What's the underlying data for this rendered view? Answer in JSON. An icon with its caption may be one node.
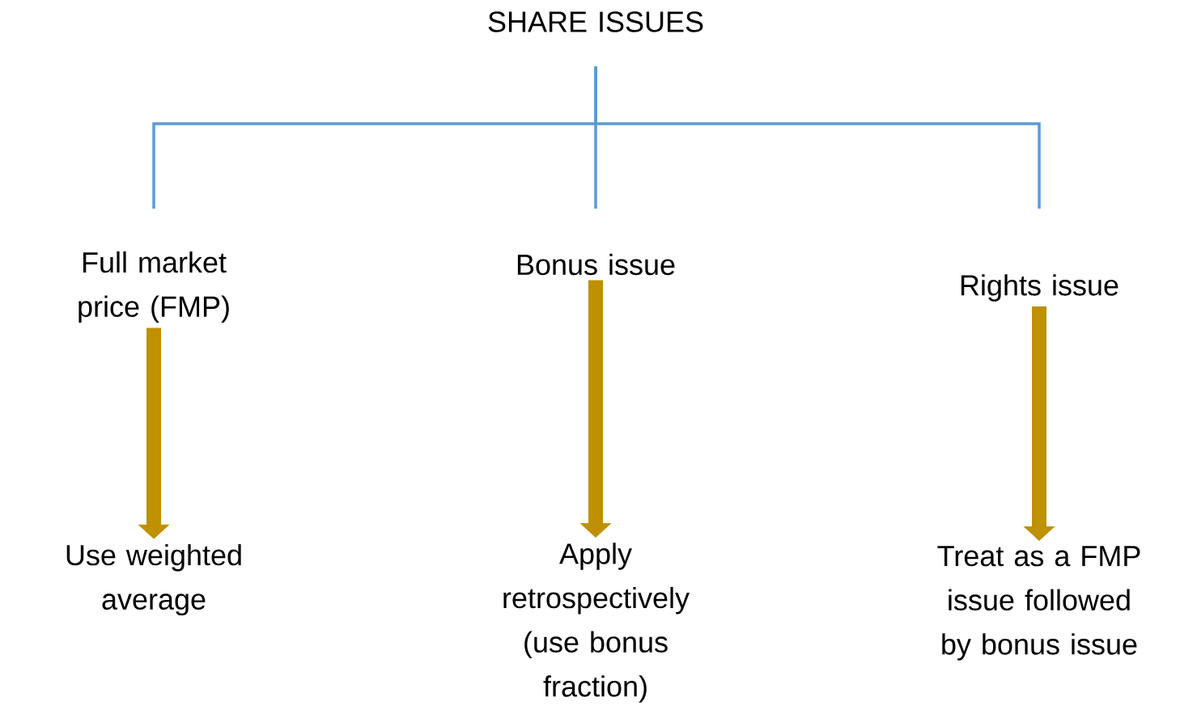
{
  "diagram": {
    "nodes": [
      {
        "text": [
          "SHARE ISSUES"
        ]
      },
      {
        "text": [
          "Full market price (FMP)"
        ]
      },
      {
        "text": [
          "Bonus issue"
        ]
      },
      {
        "text": [
          "Rights issue"
        ]
      },
      {
        "text": [
          "Use weighted average"
        ]
      },
      {
        "text": [
          "Apply retrospectively (use bonus fraction)"
        ]
      },
      {
        "text": [
          "Treat as a FMP issue followed by bonus issue"
        ]
      }
    ],
    "edges": [
      {
        "from": 0,
        "to": 1,
        "arrow": "none"
      },
      {
        "from": 0,
        "to": 2,
        "arrow": "none"
      },
      {
        "from": 0,
        "to": 3,
        "arrow": "none"
      },
      {
        "from": 1,
        "to": 4,
        "arrow": "to",
        "style": "thick",
        "color": "#bf9000"
      },
      {
        "from": 2,
        "to": 5,
        "arrow": "to",
        "style": "thick",
        "color": "#bf9000"
      },
      {
        "from": 3,
        "to": 6,
        "arrow": "to",
        "style": "thick",
        "color": "#bf9000"
      }
    ]
  }
}
